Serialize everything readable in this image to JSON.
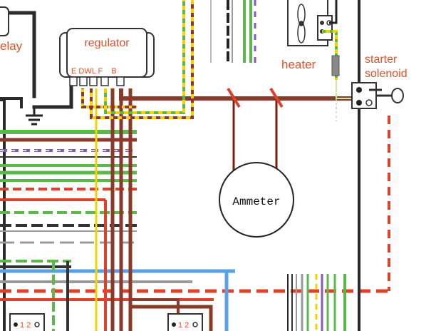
{
  "labels": {
    "relay": "elay",
    "regulator": "regulator",
    "regulator_terminals": "E DWL F    B",
    "heater": "heater",
    "starter_line1": "starter",
    "starter_line2": "solenoid",
    "ammeter": "Ammeter",
    "connector_left": "1 2",
    "connector_mid": "1 2"
  },
  "colors": {
    "label_text": "#e0502a",
    "brown": "#8b3a2a",
    "dark_red": "#7a1f10",
    "green": "#5bb84a",
    "yellow": "#f2d300",
    "red": "#e0402a",
    "blue": "#5aa0e6",
    "purple": "#8a5ab8",
    "black": "#222222",
    "grey": "#9a9a9a"
  },
  "icons": {
    "ground": "ground-symbol-icon",
    "fan": "fan-icon",
    "relay": "relay-box-icon"
  }
}
